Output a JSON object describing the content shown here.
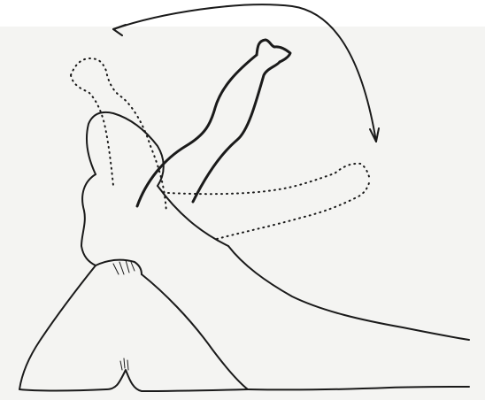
{
  "illustration": {
    "colors": {
      "ink": "#1a1a1a",
      "paper": "#f4f4f2",
      "background": "#ffffff"
    },
    "parts": [
      "rotation-arrow-icon",
      "raised-arm-solid",
      "raised-arm-dotted",
      "extended-arm-dotted",
      "head-outline",
      "torso-outline",
      "skirt-outline",
      "extended-leg-outline"
    ]
  }
}
